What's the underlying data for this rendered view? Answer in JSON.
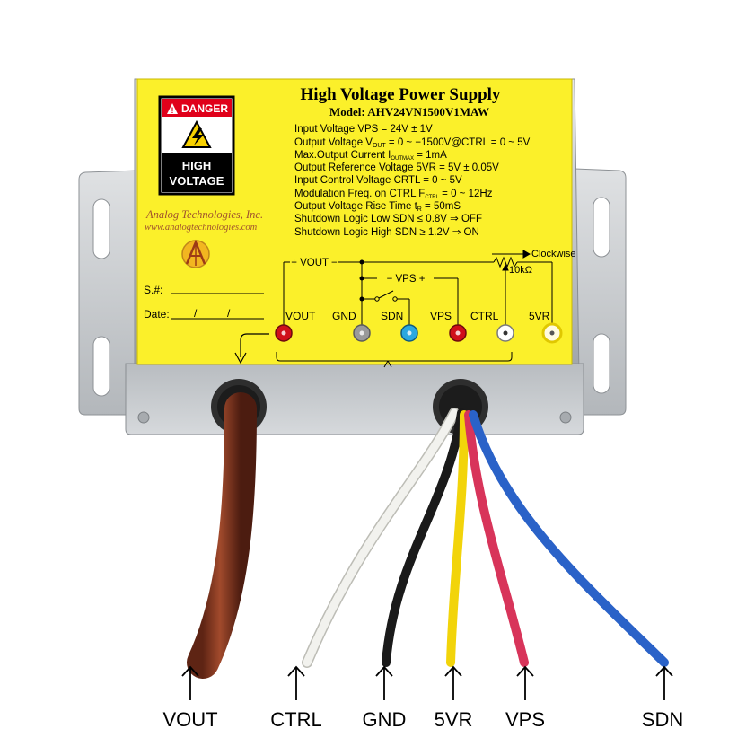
{
  "product": {
    "title": "High Voltage Power Supply",
    "model": "Model: AHV24VN1500V1MAW"
  },
  "danger_sign": {
    "header": "DANGER",
    "line1": "HIGH",
    "line2": "VOLTAGE",
    "header_color": "#e0001a"
  },
  "specs": {
    "line1": "Input Voltage VPS = 24V ± 1V",
    "line2_a": "Output Voltage V",
    "line2_sub": "OUT",
    "line2_b": " = 0 ~ −1500V@CTRL = 0 ~ 5V",
    "line3_a": "Max.Output Current I",
    "line3_sub": "OUTMAX",
    "line3_b": " = 1mA",
    "line4": "Output Reference Voltage 5VR = 5V ± 0.05V",
    "line5": "Input Control Voltage CRTL = 0 ~ 5V",
    "line6_a": "Modulation Freq. on CTRL F",
    "line6_sub": "CTRL",
    "line6_b": " = 0 ~ 12Hz",
    "line7_a": "Output Voltage Rise Time t",
    "line7_sub": "R",
    "line7_b": " = 50mS",
    "line8": "Shutdown Logic Low SDN ≤ 0.8V ⇒ OFF",
    "line9": "Shutdown Logic High SDN ≥ 1.2V ⇒ ON"
  },
  "company": {
    "name": "Analog Technologies, Inc.",
    "url": "www.analogtechnologies.com"
  },
  "fields": {
    "serial": "S.#:",
    "date": "Date:",
    "date_sep1": "/",
    "date_sep2": "/"
  },
  "schematic": {
    "vout_label": "+ VOUT −",
    "vps_label": "−  VPS +",
    "clockwise": "Clockwise",
    "pot_value": "10kΩ"
  },
  "terminals": [
    {
      "label": "VOUT",
      "color": "#d0101a"
    },
    {
      "label": "GND",
      "color": "#9a9a9a"
    },
    {
      "label": "SDN",
      "color": "#2aa8e0"
    },
    {
      "label": "VPS",
      "color": "#d0101a"
    },
    {
      "label": "CTRL",
      "color": "#ffffff"
    },
    {
      "label": "5VR",
      "color": "#fffbe0"
    }
  ],
  "wires": {
    "vout": {
      "label": "VOUT",
      "color": "#8b3a22"
    },
    "ctrl": {
      "label": "CTRL",
      "color": "#f2f2ee"
    },
    "gnd": {
      "label": "GND",
      "color": "#1a1a1a"
    },
    "vr5": {
      "label": "5VR",
      "color": "#f2d40a"
    },
    "vps": {
      "label": "VPS",
      "color": "#d8345a"
    },
    "sdn": {
      "label": "SDN",
      "color": "#2a62c8"
    }
  },
  "colors": {
    "label_yellow": "#fbf02a",
    "metal": "#c9cdd1"
  }
}
